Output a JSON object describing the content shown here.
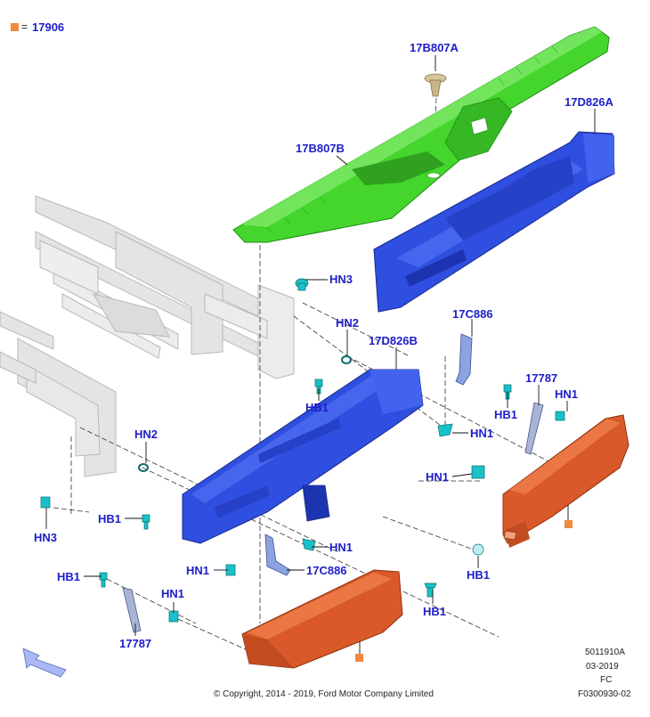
{
  "legend": {
    "symbol_color": "#f08a3c",
    "equals": "=",
    "part": "17906"
  },
  "colors": {
    "step_pad": "#44d62c",
    "reinforcement": "#2f4fe0",
    "bumper_end": "#d9592a",
    "hardware": "#19c2c9",
    "frame": "#d8d8d8",
    "callout": "#1d1dc8",
    "direction_arrow": "#a9b8f5"
  },
  "callouts": [
    {
      "id": "c1",
      "text": "17B807A"
    },
    {
      "id": "c2",
      "text": "17D826A"
    },
    {
      "id": "c3",
      "text": "17B807B"
    },
    {
      "id": "c4",
      "text": "HN3"
    },
    {
      "id": "c5",
      "text": "HN2"
    },
    {
      "id": "c6",
      "text": "17C886"
    },
    {
      "id": "c7",
      "text": "17D826B"
    },
    {
      "id": "c8",
      "text": "17787"
    },
    {
      "id": "c9",
      "text": "HN1"
    },
    {
      "id": "c10",
      "text": "HB1"
    },
    {
      "id": "c11",
      "text": "HB1"
    },
    {
      "id": "c12",
      "text": "HN1"
    },
    {
      "id": "c13",
      "text": "HN2"
    },
    {
      "id": "c14",
      "text": "HN1"
    },
    {
      "id": "c15",
      "text": "HB1"
    },
    {
      "id": "c16",
      "text": "HN3"
    },
    {
      "id": "c17",
      "text": "HN1"
    },
    {
      "id": "c18",
      "text": "HN1"
    },
    {
      "id": "c19",
      "text": "17C886"
    },
    {
      "id": "c20",
      "text": "HB1"
    },
    {
      "id": "c21",
      "text": "HB1"
    },
    {
      "id": "c22",
      "text": "HN1"
    },
    {
      "id": "c23",
      "text": "HB1"
    },
    {
      "id": "c24",
      "text": "17787"
    }
  ],
  "footer": {
    "copyright": "© Copyright, 2014 - 2019, Ford Motor Company Limited",
    "illustration_id": "5011910A",
    "date": "03-2019",
    "region": "FC",
    "figure_code": "F0300930-02"
  }
}
